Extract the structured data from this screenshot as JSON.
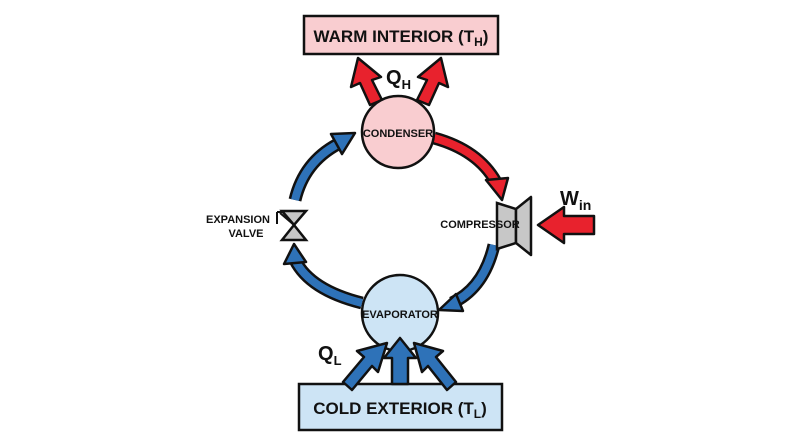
{
  "warm_box": {
    "label": "WARM INTERIOR (T",
    "sub": "H",
    "close": ")",
    "fill": "#f9cdd0"
  },
  "cold_box": {
    "label": "COLD EXTERIOR (T",
    "sub": "L",
    "close": ")",
    "fill": "#cde4f5"
  },
  "nodes": {
    "condenser": "CONDENSER",
    "evaporator": "EVAPORATOR",
    "compressor": "COMPRESSOR",
    "expansion_line1": "EXPANSION",
    "expansion_line2": "VALVE"
  },
  "heat_labels": {
    "qh": "Q",
    "qh_sub": "H",
    "ql": "Q",
    "ql_sub": "L",
    "win": "W",
    "win_sub": "in"
  },
  "colors": {
    "hot_arrow": "#e8222d",
    "cold_arrow": "#2e72b8",
    "condenser_fill": "#f9cdd0",
    "evaporator_fill": "#cde4f5",
    "compressor_fill": "#c7c7c7",
    "valve_fill": "#c7c7c7"
  }
}
